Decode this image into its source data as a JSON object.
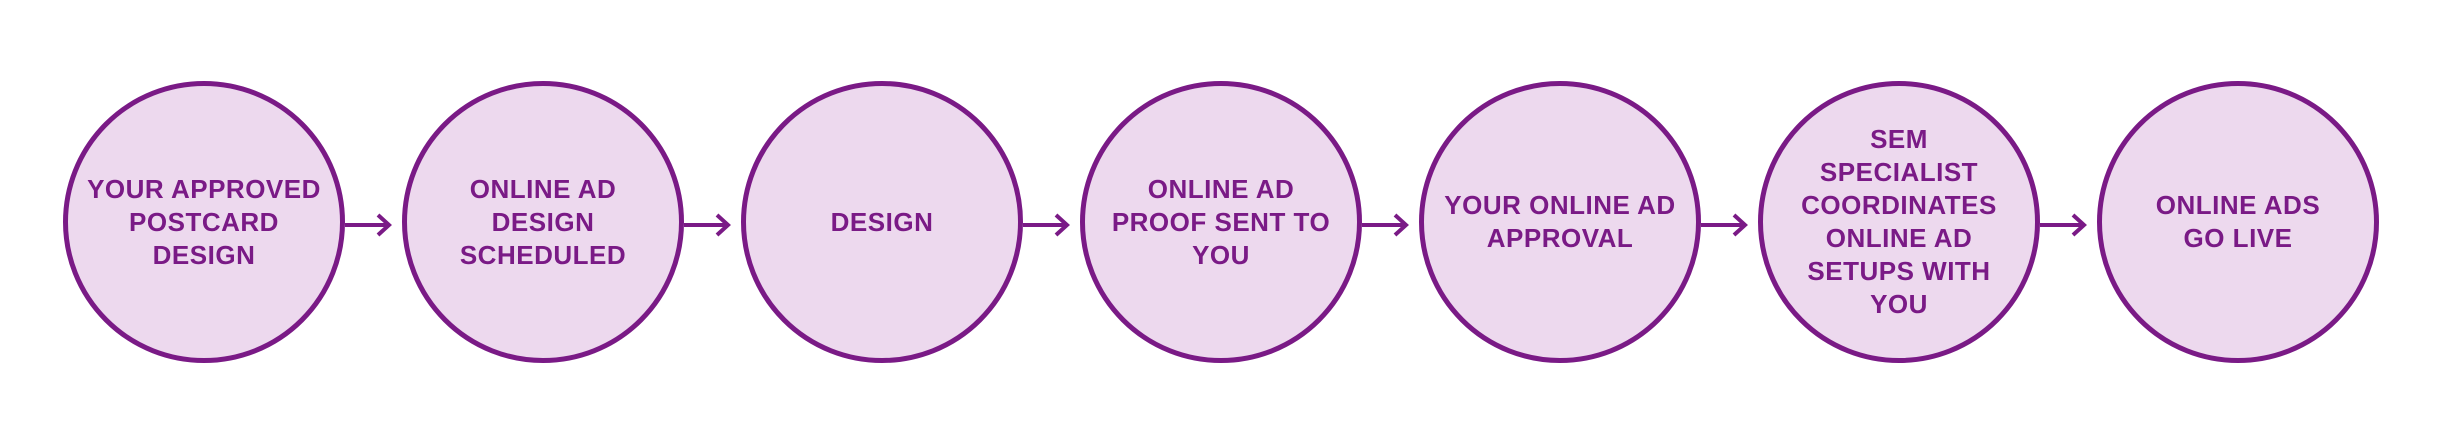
{
  "colors": {
    "stroke": "#7a1a86",
    "fill": "#edd9ee",
    "text": "#7a1a86",
    "background": "#ffffff"
  },
  "steps": [
    {
      "label": "YOUR APPROVED POSTCARD DESIGN"
    },
    {
      "label": "ONLINE AD DESIGN SCHEDULED"
    },
    {
      "label": "DESIGN"
    },
    {
      "label": "ONLINE AD PROOF SENT TO YOU"
    },
    {
      "label": "YOUR ONLINE AD APPROVAL"
    },
    {
      "label": "SEM SPECIALIST COORDINATES ONLINE AD SETUPS WITH YOU"
    },
    {
      "label": "ONLINE ADS GO LIVE"
    }
  ],
  "connectors": [
    {
      "icon": "arrow-right-icon"
    },
    {
      "icon": "arrow-right-icon"
    },
    {
      "icon": "arrow-right-icon"
    },
    {
      "icon": "arrow-right-icon"
    },
    {
      "icon": "arrow-right-icon"
    },
    {
      "icon": "arrow-right-icon"
    }
  ]
}
